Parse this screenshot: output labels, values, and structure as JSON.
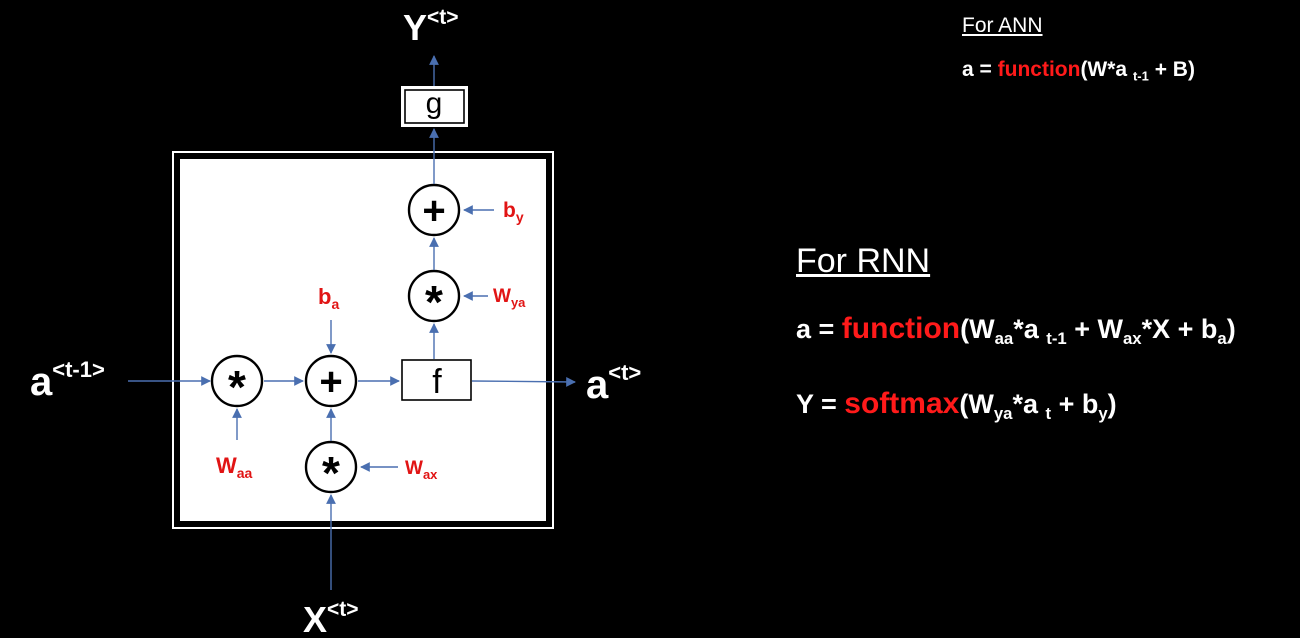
{
  "diagram": {
    "input_prev_activation": {
      "base": "a",
      "sup": "<t-1>"
    },
    "output_activation": {
      "base": "a",
      "sup": "<t>"
    },
    "input_x": {
      "base": "X",
      "sup": "<t>"
    },
    "output_y": {
      "base": "Y",
      "sup": "<t>"
    },
    "op_multiply": "*",
    "op_add": "+",
    "box_f": "f",
    "box_g": "g",
    "label_waa": {
      "base": "W",
      "sub": "aa"
    },
    "label_wax": {
      "base": "W",
      "sub": "ax"
    },
    "label_ba": {
      "base": "b",
      "sub": "a"
    },
    "label_wya": {
      "base": "W",
      "sub": "ya"
    },
    "label_by": {
      "base": "b",
      "sub": "y"
    }
  },
  "ann": {
    "title": "For ANN",
    "eq_a": "a = ",
    "eq_fn": "function",
    "eq_rest1": "(W*a ",
    "eq_sub": "t-1",
    "eq_rest2": " + B)"
  },
  "rnn": {
    "title": "For RNN",
    "eq1": {
      "lhs": "a = ",
      "fn": "function",
      "p1": "(W",
      "s1": "aa",
      "p2": "*a ",
      "s2": "t-1",
      "p3": " + W",
      "s3": "ax",
      "p4": "*X + b",
      "s4": "a",
      "p5": ")"
    },
    "eq2": {
      "lhs": "Y = ",
      "fn": "softmax",
      "p1": "(W",
      "s1": "ya",
      "p2": "*a ",
      "s2": "t",
      "p3": " + b",
      "s3": "y",
      "p4": ")"
    }
  },
  "colors": {
    "background": "#000000",
    "cell_fill": "#ffffff",
    "arrow": "#4a6fb0",
    "weight_label": "#e11414",
    "function_text": "#ff1a1a"
  }
}
